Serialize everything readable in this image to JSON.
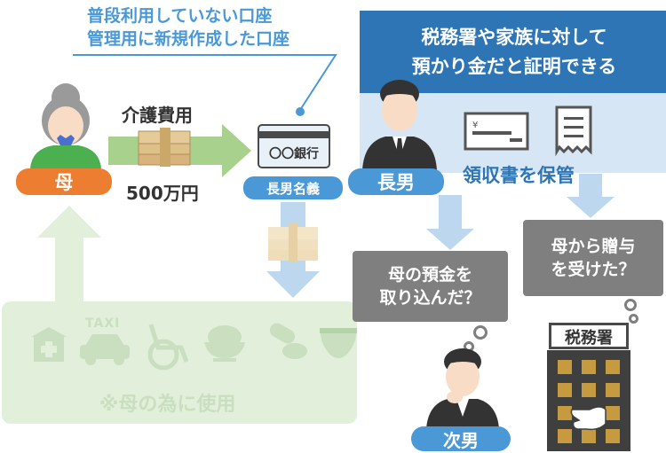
{
  "note": {
    "line1": "普段利用していない口座",
    "line2": "管理用に新規作成した口座"
  },
  "tax_box": {
    "line1": "税務署や家族に対して",
    "line2": "預かり金だと証明できる"
  },
  "flow": {
    "label_top": "介護費用",
    "label_bottom": "500万円"
  },
  "bank": {
    "card_text": "〇〇銀行",
    "account_label": "長男名義"
  },
  "people": {
    "mother": "母",
    "eldest_son": "長男",
    "second_son": "次男"
  },
  "receipt_label": "領収書を保管",
  "bubbles": {
    "second_son_q1": "母の預金を",
    "second_son_q2": "取り込んだ？",
    "tax_q1": "母から贈与",
    "tax_q2": "を受けた？"
  },
  "tax_office": "税務署",
  "usage": {
    "taxi": "TAXI",
    "label": "※母の為に使用"
  },
  "colors": {
    "blue_dark": "#2e75b6",
    "blue_mid": "#4a98d6",
    "blue_light": "#d6e6f5",
    "orange": "#ed7d31",
    "green": "#a9d18e",
    "green_light": "#e2efda",
    "gray": "#7f7f7f",
    "bubble_gray": "#808080"
  }
}
